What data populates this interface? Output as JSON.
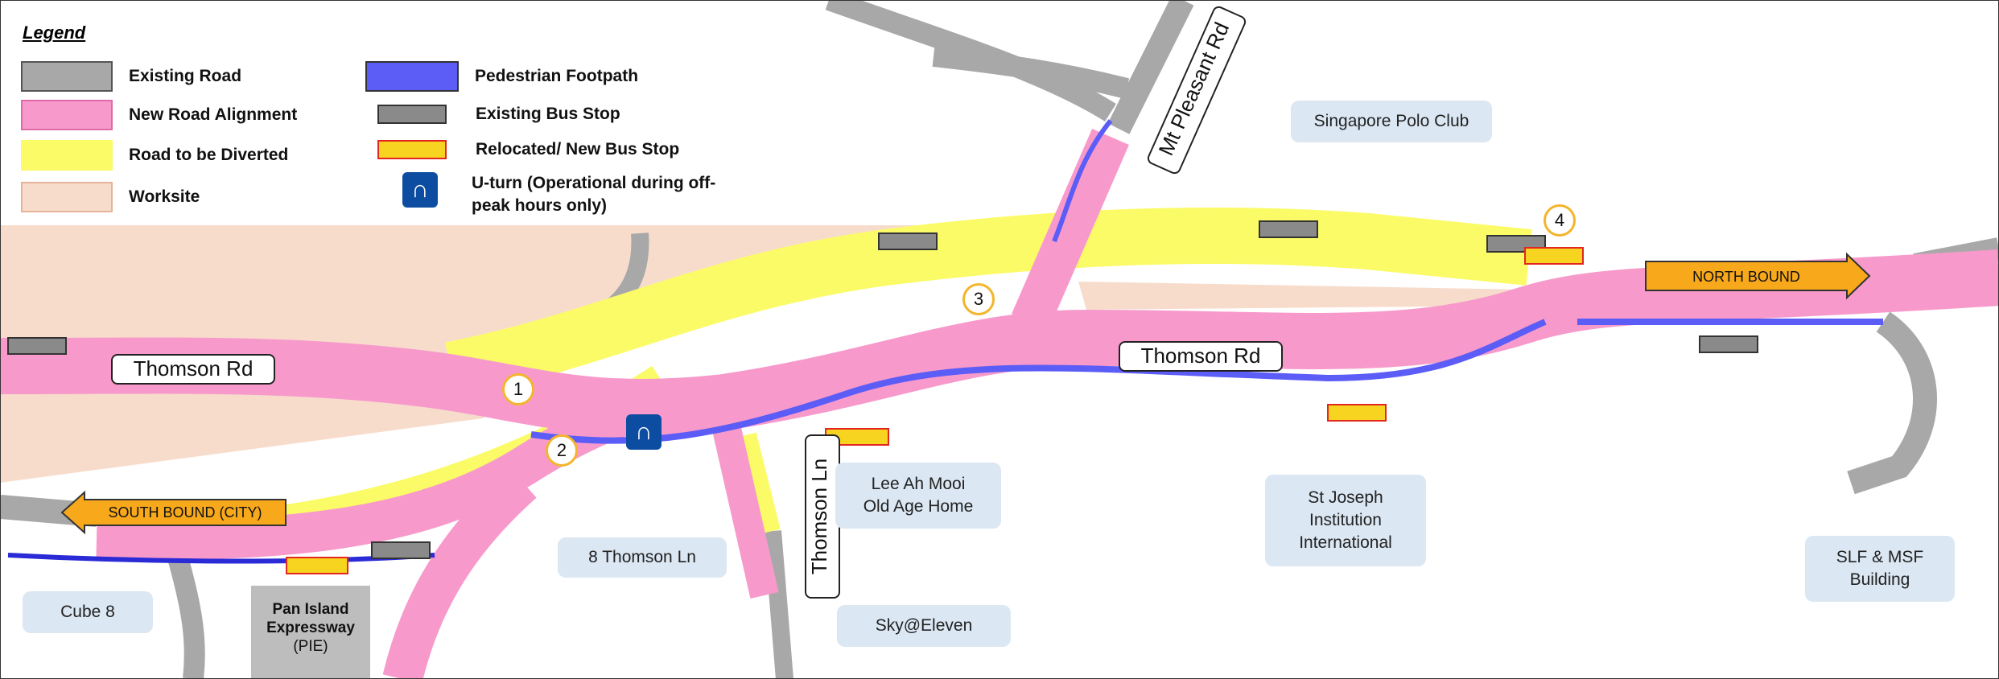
{
  "legend": {
    "title": "Legend",
    "items": [
      {
        "label": "Existing Road",
        "color": "#a8a8a8"
      },
      {
        "label": "New Road Alignment",
        "color": "#f79acb"
      },
      {
        "label": "Road to be Diverted",
        "color": "#fbfb68"
      },
      {
        "label": "Worksite",
        "color": "#f7dccc"
      },
      {
        "label": "Pedestrian Footpath",
        "color": "#5c5cf7"
      },
      {
        "label": "Existing Bus Stop",
        "color": "#8a8a8a"
      },
      {
        "label": "Relocated/ New Bus Stop",
        "color": "#f7d41f"
      },
      {
        "label": "U-turn (Operational during off-\npeak hours only)",
        "color": "#0c4da2"
      }
    ]
  },
  "road_labels": {
    "thomson_rd_west": "Thomson Rd",
    "thomson_rd_east": "Thomson Rd",
    "mt_pleasant_rd": "Mt Pleasant Rd",
    "thomson_ln": "Thomson Ln"
  },
  "direction_labels": {
    "north_bound": "NORTH BOUND",
    "south_bound": "SOUTH BOUND (CITY)"
  },
  "places": {
    "polo_club": "Singapore Polo Club",
    "lee_ah_mooi": "Lee Ah Mooi\nOld Age Home",
    "thomson_ln_8": "8 Thomson Ln",
    "st_joseph": "St Joseph\nInstitution\nInternational",
    "slf_msf": "SLF & MSF\nBuilding",
    "cube_8": "Cube 8",
    "sky_eleven": "Sky@Eleven",
    "pie": "Pan Island\nExpressway",
    "pie_abbr": "(PIE)"
  },
  "markers": [
    "1",
    "2",
    "3",
    "4"
  ],
  "colors": {
    "existing_road": "#a8a8a8",
    "new_road": "#f79acb",
    "diverted_road": "#fbfb68",
    "worksite": "#f7dccc",
    "footpath": "#5c5cf7",
    "direction_arrow": "#f7a81b",
    "marker_border": "#f3b52b"
  }
}
